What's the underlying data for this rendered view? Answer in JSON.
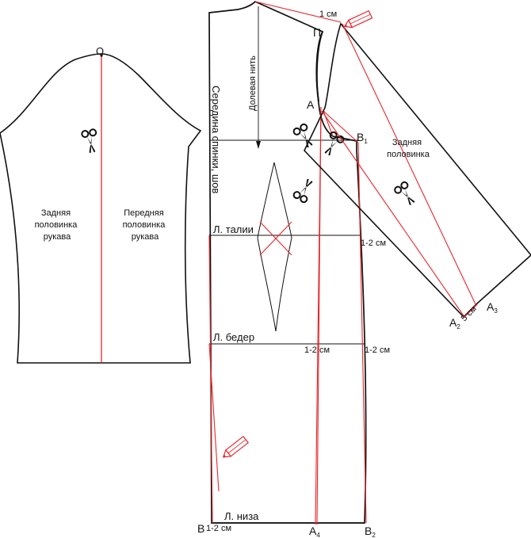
{
  "colors": {
    "outline": "#111111",
    "construction": "#e8262b",
    "background": "#ffffff"
  },
  "sleeve": {
    "point_top": "О",
    "back_half_label": [
      "Задняя",
      "половинка",
      "рукава"
    ],
    "front_half_label": [
      "Передняя",
      "половинка",
      "рукава"
    ]
  },
  "back": {
    "center_back_seam": "Середина спинки, шов",
    "grain_line": "Долевая нить",
    "waist_line": "Л. талии",
    "hip_line": "Л. бедер",
    "hem_line": "Л. низа"
  },
  "points": {
    "shoulder_offset": "1 см",
    "P": "П",
    "A": "А",
    "B1_main": "В",
    "B1_sub": "1",
    "B_main": "В",
    "B2_main": "В",
    "B2_sub": "2",
    "A4_main": "А",
    "A4_sub": "4",
    "A2_main": "А",
    "A2_sub": "2",
    "A3_main": "А",
    "A3_sub": "3"
  },
  "measurements": {
    "waist_side": "1-2 см",
    "hip_center": "1-2 см",
    "hip_side": "1-2 см",
    "hem_left": "1-2 см",
    "sleeve_end": "5 см"
  },
  "back_sleeve_half": [
    "Задняя",
    "половинка"
  ],
  "icons": [
    "scissors-icon",
    "pencil-icon"
  ]
}
